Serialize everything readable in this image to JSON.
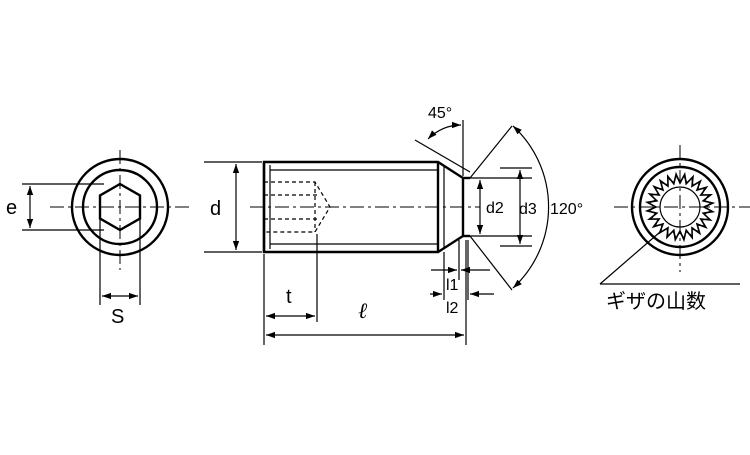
{
  "labels": {
    "e": "e",
    "s": "S",
    "d": "d",
    "t": "t",
    "l": "ℓ",
    "l1": "l1",
    "l2": "l2",
    "d2": "d2",
    "d3": "d3",
    "angle_45": "45°",
    "angle_120": "120°",
    "knurl_note": "ギザの山数"
  }
}
